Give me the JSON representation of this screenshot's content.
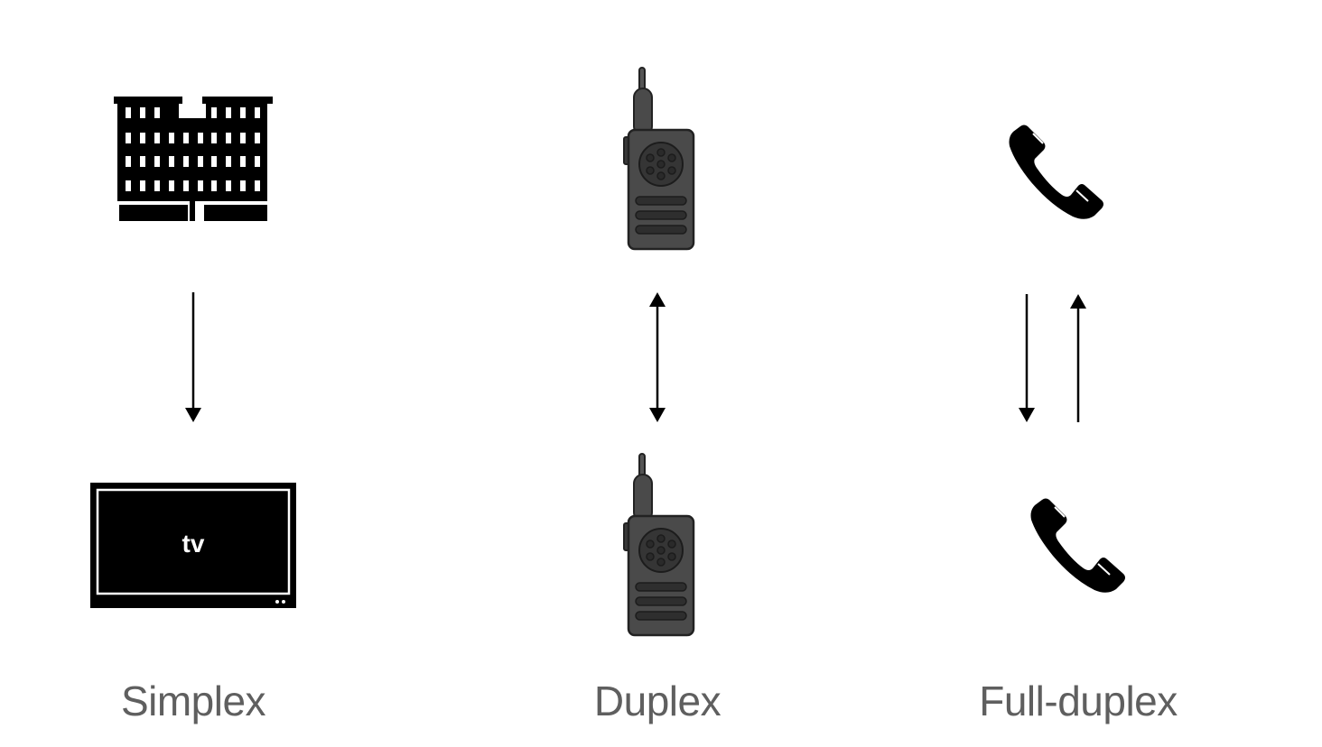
{
  "columns": [
    {
      "id": "simplex",
      "caption": "Simplex",
      "top_icon": "office-building-icon",
      "bottom_icon": "television-icon",
      "arrow": "one-way-down"
    },
    {
      "id": "duplex",
      "caption": "Duplex",
      "top_icon": "walkie-talkie-icon",
      "bottom_icon": "walkie-talkie-icon",
      "arrow": "two-way-double-headed"
    },
    {
      "id": "full-duplex",
      "caption": "Full-duplex",
      "top_icon": "telephone-handset-icon",
      "bottom_icon": "telephone-handset-icon",
      "arrow": "two-parallel-opposite"
    }
  ],
  "tv": {
    "screen_text": "tv"
  },
  "colors": {
    "icon": "#000000",
    "radio_body": "#4a4a4a",
    "radio_dark": "#2b2b2b",
    "caption": "#5f5f5f"
  }
}
